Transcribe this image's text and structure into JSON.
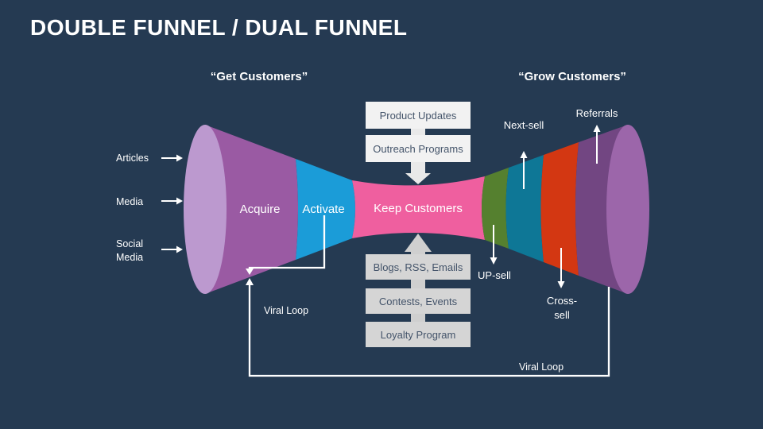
{
  "slide": {
    "title": "DOUBLE FUNNEL / DUAL FUNNEL",
    "left_heading": "“Get Customers”",
    "right_heading": "“Grow Customers”"
  },
  "inputs": {
    "articles": "Articles",
    "media": "Media",
    "social_line1": "Social",
    "social_line2": "Media"
  },
  "funnel": {
    "acquire": "Acquire",
    "activate": "Activate",
    "keep": "Keep Customers",
    "next_sell": "Next-sell",
    "referrals": "Referrals",
    "up_sell": "UP-sell",
    "cross_sell_line1": "Cross-",
    "cross_sell_line2": "sell"
  },
  "programs": {
    "top": [
      "Product Updates",
      "Outreach Programs"
    ],
    "bottom": [
      "Blogs, RSS, Emails",
      "Contests, Events",
      "Loyalty Program"
    ]
  },
  "loops": {
    "left_label": "Viral Loop",
    "right_label": "Viral Loop"
  },
  "colors": {
    "background": "#253A52",
    "title_text": "#FFFFFF",
    "left_ellipse": "#BC99CF",
    "acquire_band": "#9A5AA3",
    "activate_band": "#1B9CD8",
    "keep_band": "#EF5F9F",
    "up_sell_band": "#55802F",
    "next_sell_band": "#0E7796",
    "cross_sell_band": "#D33712",
    "referrals_band": "#724682",
    "right_ellipse": "#9C66AA",
    "top_box": "#F2F2F2",
    "bottom_box": "#D5D5D5",
    "top_arrow": "#E9E9E9",
    "bottom_arrow": "#CFCFCF",
    "box_text": "#44546A",
    "line": "#FFFFFF"
  }
}
